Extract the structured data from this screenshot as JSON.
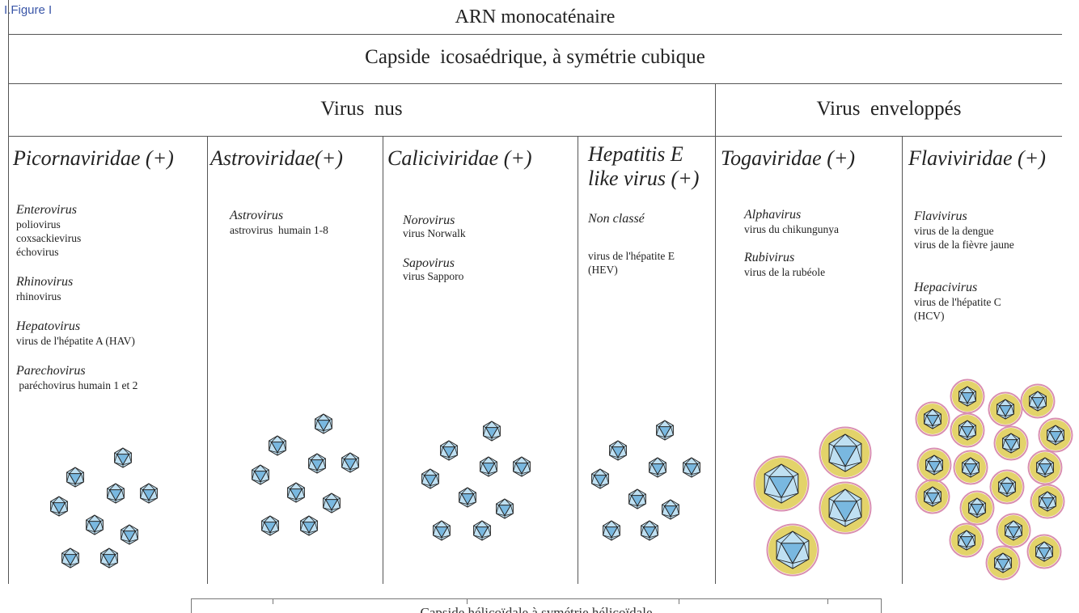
{
  "figure_label": "I.Figure I",
  "header": {
    "row1": "ARN monocaténaire",
    "row2": "Capside  icosaédrique, à symétrie cubique",
    "naked": "Virus  nus",
    "enveloped": "Virus  enveloppés"
  },
  "families": [
    {
      "name": "Picornaviridae (+)",
      "groups": [
        {
          "genus": "Enterovirus",
          "species": [
            "poliovirus",
            "coxsackievirus",
            "échovirus"
          ]
        },
        {
          "genus": "Rhinovirus",
          "species": [
            "rhinovirus"
          ]
        },
        {
          "genus": "Hepatovirus",
          "species": [
            "virus de l'hépatite A (HAV)"
          ]
        },
        {
          "genus": "Parechovirus",
          "species": [
            " paréchovirus humain 1 et 2"
          ]
        }
      ]
    },
    {
      "name": "Astroviridae(+)",
      "groups": [
        {
          "genus": "Astrovirus",
          "species": [
            "astrovirus  humain 1-8"
          ]
        }
      ]
    },
    {
      "name": "Caliciviridae (+)",
      "groups": [
        {
          "genus": "Norovirus",
          "species": [
            "virus Norwalk"
          ]
        },
        {
          "genus": "Sapovirus",
          "species": [
            "virus Sapporo"
          ]
        }
      ]
    },
    {
      "name": "Hepatitis E like virus (+)",
      "name_lines": [
        "Hepatitis E",
        "like virus (+)"
      ],
      "groups": [
        {
          "genus": "Non classé",
          "species": []
        },
        {
          "genus": "",
          "species": [
            "virus de l'hépatite E",
            "(HEV)"
          ]
        }
      ]
    },
    {
      "name": "Togaviridae (+)",
      "groups": [
        {
          "genus": "Alphavirus",
          "species": [
            "virus du chikungunya"
          ]
        },
        {
          "genus": "Rubivirus",
          "species": [
            "virus de la rubéole"
          ]
        }
      ]
    },
    {
      "name": "Flaviviridae (+)",
      "groups": [
        {
          "genus": "Flavivirus",
          "species": [
            "virus de la dengue",
            "virus de la fièvre jaune"
          ]
        },
        {
          "genus": "Hepacivirus",
          "species": [
            "virus de l'hépatite C",
            "(HCV)"
          ]
        }
      ]
    }
  ],
  "bottom_strip_text": "Capside  hélicoïdale à symétrie hélicoïdale",
  "colors": {
    "capsid_fill": "#bfe0f2",
    "capsid_core": "#79b8e0",
    "envelope": "#e3d36a",
    "envelope_edge": "#d98fb0"
  }
}
